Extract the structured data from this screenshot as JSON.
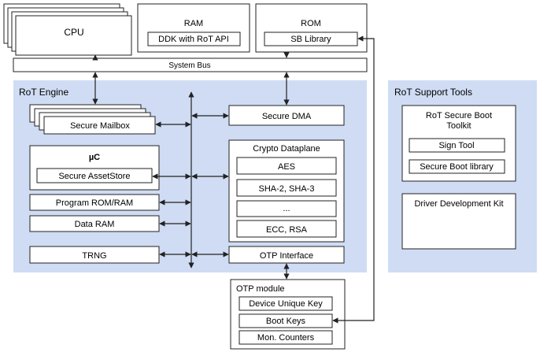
{
  "top": {
    "cpu": "CPU",
    "ram": "RAM",
    "ram_api": "DDK with RoT API",
    "rom": "ROM",
    "rom_lib": "SB Library",
    "system_bus": "System Bus"
  },
  "engine": {
    "title": "RoT Engine",
    "secure_mailbox": "Secure Mailbox",
    "uc": "µC",
    "secure_assetstore": "Secure AssetStore",
    "program_rom_ram": "Program ROM/RAM",
    "data_ram": "Data RAM",
    "trng": "TRNG",
    "secure_dma": "Secure DMA",
    "crypto_dataplane": "Crypto Dataplane",
    "aes": "AES",
    "sha": "SHA-2, SHA-3",
    "ellipsis": "...",
    "ecc_rsa": "ECC, RSA",
    "otp_interface": "OTP Interface"
  },
  "otp": {
    "title": "OTP module",
    "device_unique_key": "Device Unique Key",
    "boot_keys": "Boot Keys",
    "mon_counters": "Mon. Counters"
  },
  "tools": {
    "title": "RoT Support Tools",
    "secure_boot_toolkit_line1": "RoT Secure Boot",
    "secure_boot_toolkit_line2": "Toolkit",
    "sign_tool": "Sign Tool",
    "secure_boot_library": "Secure Boot library",
    "driver_dev_kit": "Driver Development Kit"
  },
  "colors": {
    "panel": "#cfdcf3",
    "stroke": "#222222",
    "box": "#ffffff"
  }
}
